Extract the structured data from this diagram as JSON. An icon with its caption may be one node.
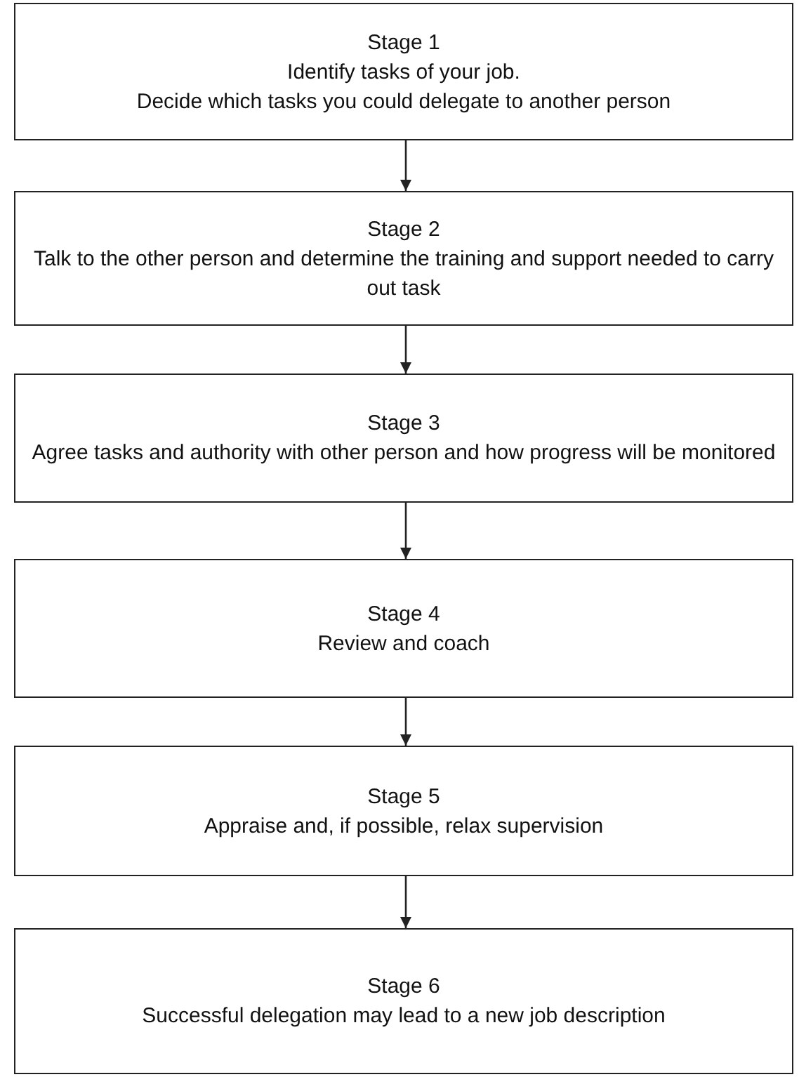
{
  "diagram": {
    "nodes": [
      {
        "text": [
          "Stage 1",
          "Identify tasks of your job.",
          "Decide which tasks you could delegate to another person"
        ]
      },
      {
        "text": [
          "Stage 2",
          "Talk to the other person and determine the training and support needed to carry out task"
        ]
      },
      {
        "text": [
          "Stage 3",
          "Agree tasks and authority with other person and how progress will be monitored"
        ]
      },
      {
        "text": [
          "Stage 4",
          "Review and coach"
        ]
      },
      {
        "text": [
          "Stage 5",
          "Appraise and, if possible, relax supervision"
        ]
      },
      {
        "text": [
          "Stage 6",
          "Successful delegation may lead to a new job description"
        ]
      }
    ],
    "edges": [
      {
        "from": 0,
        "to": 1,
        "arrow": "to"
      },
      {
        "from": 1,
        "to": 2,
        "arrow": "to"
      },
      {
        "from": 2,
        "to": 3,
        "arrow": "to"
      },
      {
        "from": 3,
        "to": 4,
        "arrow": "to"
      },
      {
        "from": 4,
        "to": 5,
        "arrow": "to"
      }
    ]
  }
}
